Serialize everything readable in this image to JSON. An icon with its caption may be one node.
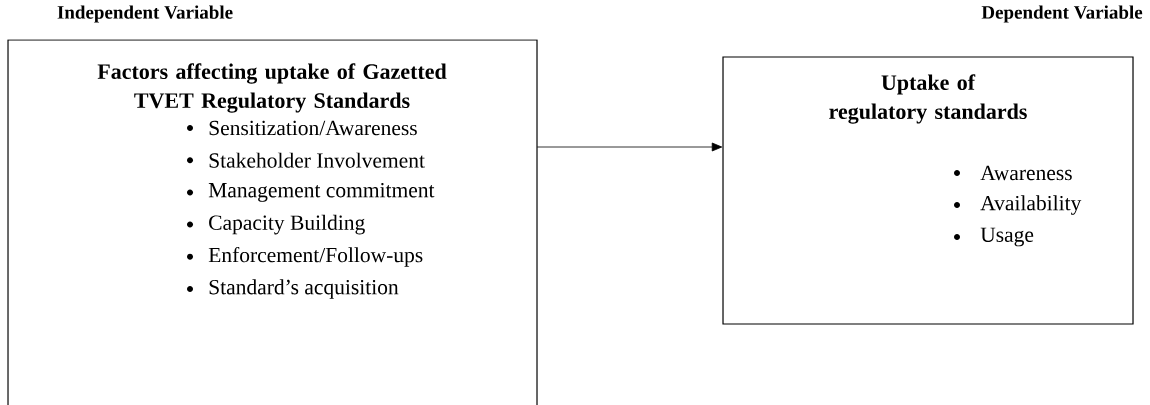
{
  "diagram": {
    "nodes": [
      {
        "text": [
          "Independent Variable",
          "Factors affecting uptake of Gazetted TVET Regulatory Standards",
          "Sensitization/Awareness",
          "Stakeholder Involvement",
          "Management commitment",
          "Capacity Building",
          "Enforcement/Follow-ups",
          "Standard’s acquisition"
        ]
      },
      {
        "text": [
          "Dependent Variable",
          "Uptake of regulatory standards",
          "Awareness",
          "Availability",
          "Usage"
        ]
      }
    ],
    "edges": [
      {
        "from": 0,
        "to": 1,
        "arrow": "to"
      }
    ]
  }
}
